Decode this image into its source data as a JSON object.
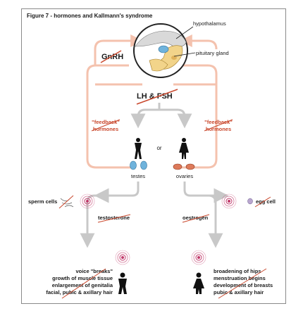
{
  "figure": {
    "title": "Figure 7 - hormones and Kallmann's syndrome"
  },
  "brain": {
    "hypothalamus_label": "hypothalamus",
    "pituitary_label": "pituitary gland",
    "gnrh_label": "GnRH"
  },
  "hormones": {
    "lh_fsh_label": "LH & FSH",
    "feedback_left": [
      "\"feedback\"",
      "hormones"
    ],
    "feedback_right": [
      "\"feedback\"",
      "hormones"
    ],
    "or_label": "or"
  },
  "gonads": {
    "testes_label": "testes",
    "ovaries_label": "ovaries",
    "testes_color": "#6fb3dc",
    "ovaries_color": "#dd7a5a"
  },
  "cells": {
    "sperm_label": "sperm cells",
    "egg_label": "egg cell",
    "testosterone_label": "testosterone",
    "oestrogen_label": "oestrogen"
  },
  "effects": {
    "male": [
      "voice \"breaks\"",
      "growth of muscle tissue",
      "enlargement of genitalia",
      "facial, pubic & axillary hair"
    ],
    "female": [
      "broadening of hips",
      "menstruation begins",
      "development of breasts",
      "pubic & axillary hair"
    ]
  },
  "colors": {
    "feedback_line": "#f4c2ae",
    "arrow_grey": "#c8c8c8",
    "cross_red": "#c9482d",
    "target_pink": "#c0396a"
  }
}
